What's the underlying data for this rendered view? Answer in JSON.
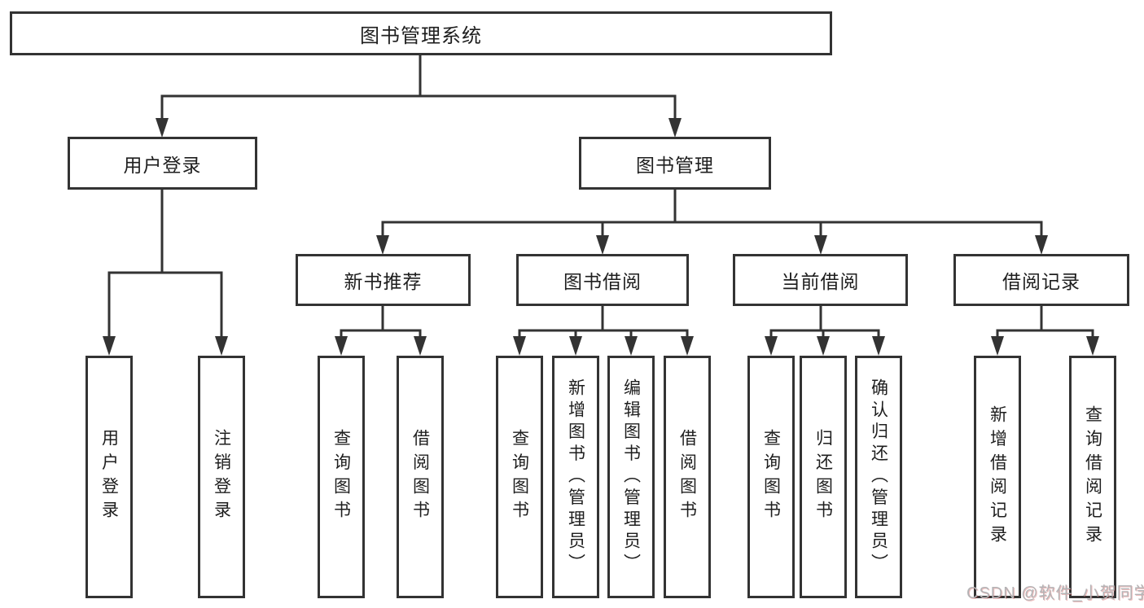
{
  "diagram": {
    "title": "图书管理系统",
    "watermark": "CSDN @软件_小贺同学",
    "colors": {
      "line": "#333333",
      "text": "#1e1e1e",
      "background": "#ffffff",
      "watermark": "#b4b4b6"
    },
    "tree": {
      "root": {
        "label": "图书管理系统"
      },
      "children": [
        {
          "label": "用户登录",
          "children": [
            {
              "label": "用户登录"
            },
            {
              "label": "注销登录"
            }
          ]
        },
        {
          "label": "图书管理",
          "children": [
            {
              "label": "新书推荐",
              "children": [
                {
                  "label": "查询图书"
                },
                {
                  "label": "借阅图书"
                }
              ]
            },
            {
              "label": "图书借阅",
              "children": [
                {
                  "label": "查询图书"
                },
                {
                  "label": "新增图书（管理员）"
                },
                {
                  "label": "编辑图书（管理员）"
                },
                {
                  "label": "借阅图书"
                }
              ]
            },
            {
              "label": "当前借阅",
              "children": [
                {
                  "label": "查询图书"
                },
                {
                  "label": "归还图书"
                },
                {
                  "label": "确认归还（管理员）"
                }
              ]
            },
            {
              "label": "借阅记录",
              "children": [
                {
                  "label": "新增借阅记录"
                },
                {
                  "label": "查询借阅记录"
                }
              ]
            }
          ]
        }
      ]
    }
  }
}
